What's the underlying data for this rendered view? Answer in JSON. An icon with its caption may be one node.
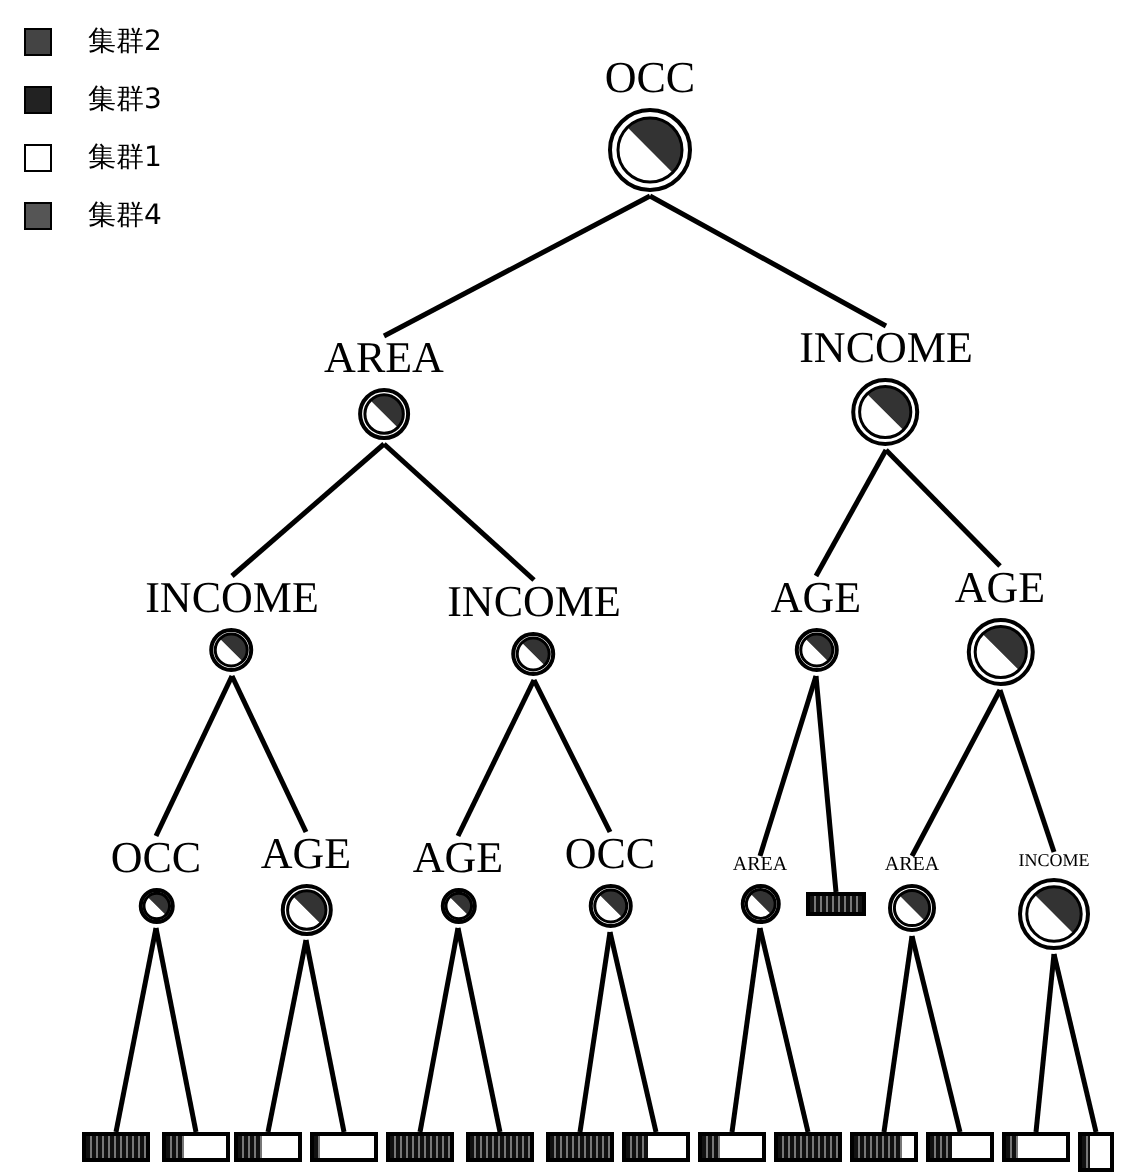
{
  "diagram": {
    "nodes": [
      {
        "text": [
          "OCC"
        ]
      },
      {
        "text": [
          "AREA"
        ]
      },
      {
        "text": [
          "INCOME"
        ]
      },
      {
        "text": [
          "INCOME"
        ]
      },
      {
        "text": [
          "INCOME"
        ]
      },
      {
        "text": [
          "AGE"
        ]
      },
      {
        "text": [
          "AGE"
        ]
      },
      {
        "text": [
          "OCC"
        ]
      },
      {
        "text": [
          "AGE"
        ]
      },
      {
        "text": [
          "AGE"
        ]
      },
      {
        "text": [
          "OCC"
        ]
      },
      {
        "text": [
          "AREA"
        ]
      },
      {
        "text": [],
        "shape": "bar"
      },
      {
        "text": [
          "AREA"
        ]
      },
      {
        "text": [
          "INCOME"
        ]
      },
      {
        "text": [],
        "shape": "bar"
      },
      {
        "text": [],
        "shape": "bar"
      },
      {
        "text": [],
        "shape": "bar"
      },
      {
        "text": [],
        "shape": "bar"
      },
      {
        "text": [],
        "shape": "bar"
      },
      {
        "text": [],
        "shape": "bar"
      },
      {
        "text": [],
        "shape": "bar"
      },
      {
        "text": [],
        "shape": "bar"
      },
      {
        "text": [],
        "shape": "bar"
      },
      {
        "text": [],
        "shape": "bar"
      },
      {
        "text": [],
        "shape": "bar"
      },
      {
        "text": [],
        "shape": "bar"
      },
      {
        "text": [],
        "shape": "bar"
      },
      {
        "text": [],
        "shape": "bar"
      }
    ],
    "edges": [
      {
        "from": 0,
        "to": 1,
        "arrow": "none"
      },
      {
        "from": 0,
        "to": 2,
        "arrow": "none"
      },
      {
        "from": 1,
        "to": 3,
        "arrow": "none"
      },
      {
        "from": 1,
        "to": 4,
        "arrow": "none"
      },
      {
        "from": 2,
        "to": 5,
        "arrow": "none"
      },
      {
        "from": 2,
        "to": 6,
        "arrow": "none"
      },
      {
        "from": 3,
        "to": 7,
        "arrow": "none"
      },
      {
        "from": 3,
        "to": 8,
        "arrow": "none"
      },
      {
        "from": 4,
        "to": 9,
        "arrow": "none"
      },
      {
        "from": 4,
        "to": 10,
        "arrow": "none"
      },
      {
        "from": 5,
        "to": 11,
        "arrow": "none"
      },
      {
        "from": 5,
        "to": 12,
        "arrow": "none"
      },
      {
        "from": 6,
        "to": 13,
        "arrow": "none"
      },
      {
        "from": 6,
        "to": 14,
        "arrow": "none"
      },
      {
        "from": 7,
        "to": 15,
        "arrow": "none"
      },
      {
        "from": 7,
        "to": 16,
        "arrow": "none"
      },
      {
        "from": 8,
        "to": 17,
        "arrow": "none"
      },
      {
        "from": 8,
        "to": 18,
        "arrow": "none"
      },
      {
        "from": 9,
        "to": 19,
        "arrow": "none"
      },
      {
        "from": 9,
        "to": 20,
        "arrow": "none"
      },
      {
        "from": 10,
        "to": 21,
        "arrow": "none"
      },
      {
        "from": 10,
        "to": 22,
        "arrow": "none"
      },
      {
        "from": 11,
        "to": 23,
        "arrow": "none"
      },
      {
        "from": 11,
        "to": 24,
        "arrow": "none"
      },
      {
        "from": 13,
        "to": 25,
        "arrow": "none"
      },
      {
        "from": 13,
        "to": 26,
        "arrow": "none"
      },
      {
        "from": 14,
        "to": 27,
        "arrow": "none"
      },
      {
        "from": 14,
        "to": 28,
        "arrow": "none"
      }
    ],
    "legend": [
      {
        "text": "集群2",
        "color": "#444444"
      },
      {
        "text": "集群3",
        "color": "#222222"
      },
      {
        "text": "集群1",
        "color": "#ffffff"
      },
      {
        "text": "集群4",
        "color": "#555555"
      }
    ]
  }
}
